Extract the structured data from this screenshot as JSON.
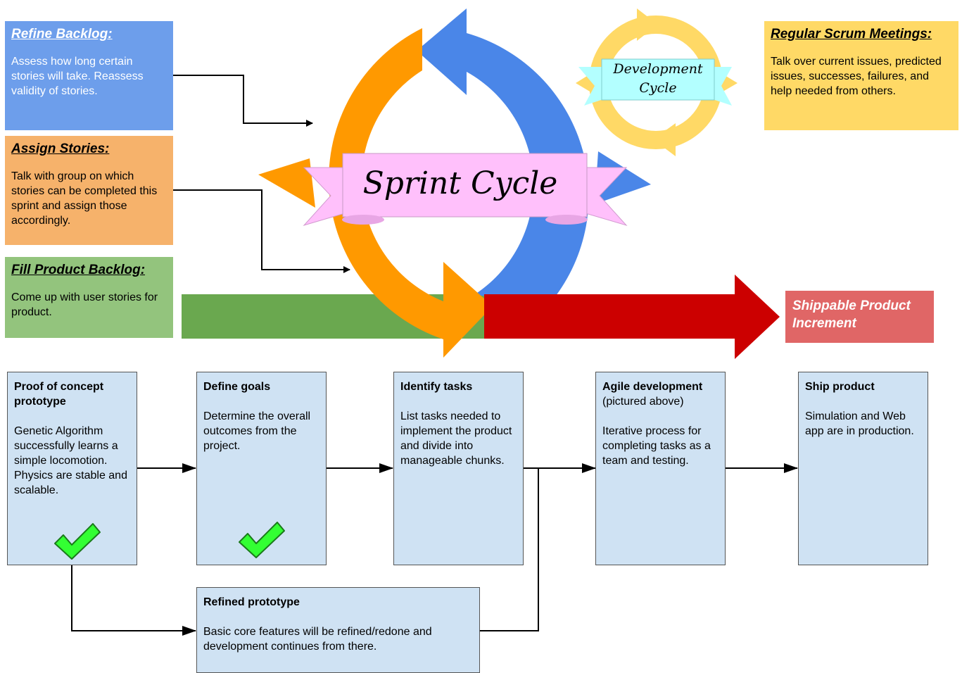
{
  "notes": {
    "refine": {
      "title": "Refine Backlog:",
      "body": "Assess how long certain stories will take. Reassess validity of stories.",
      "color": "#6d9eeb"
    },
    "assign": {
      "title": "Assign Stories:",
      "body": "Talk with group on which stories can be completed this sprint and assign those accordingly.",
      "color": "#f6b26b"
    },
    "fill": {
      "title": "Fill Product Backlog:",
      "body": "Come up with user stories for product.",
      "color": "#93c47d"
    },
    "scrum": {
      "title": "Regular Scrum Meetings:",
      "body": "Talk over current issues, predicted issues, successes, failures, and help needed from others.",
      "color": "#ffd966"
    }
  },
  "cycle": {
    "sprint_label": "Sprint Cycle",
    "dev_label_line1": "Development",
    "dev_label_line2": "Cycle",
    "colors": {
      "orange": "#ff9900",
      "blue": "#4a86e8",
      "green": "#6aa84f",
      "red": "#cc0000",
      "yellow": "#ffd966",
      "ribbon": "#ffc0fb",
      "dev_ribbon": "#b3ffff"
    }
  },
  "output": {
    "label_line1": "Shippable Product",
    "label_line2": "Increment",
    "color": "#e06666"
  },
  "steps": [
    {
      "title": "Proof of concept prototype",
      "body": "Genetic Algorithm successfully learns a simple locomotion. Physics are stable and scalable.",
      "done": true
    },
    {
      "title": "Define goals",
      "body": "Determine the overall outcomes from the project.",
      "done": true
    },
    {
      "title": "Identify tasks",
      "body": "List tasks needed to implement the product and divide into manageable chunks.",
      "done": false
    },
    {
      "title": "Agile development",
      "subtitle": "(pictured above)",
      "body": "Iterative process for completing tasks as a team and testing.",
      "done": false
    },
    {
      "title": "Ship product",
      "body": "Simulation and Web app are in production.",
      "done": false
    }
  ],
  "refined": {
    "title": "Refined prototype",
    "body": "Basic core features will be refined/redone and development continues from there."
  }
}
